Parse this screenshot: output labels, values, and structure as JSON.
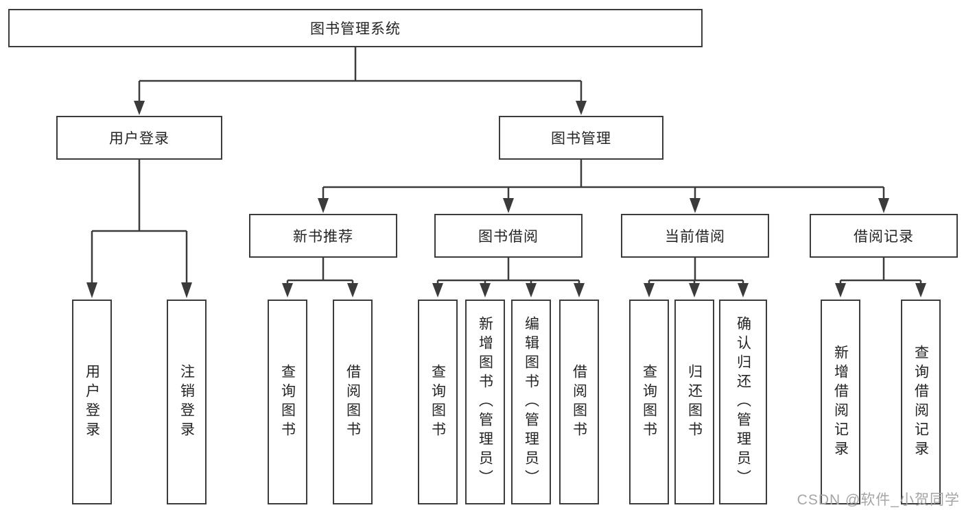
{
  "diagram": {
    "root": {
      "label": "图书管理系统"
    },
    "branches": [
      {
        "label": "用户登录",
        "children": [
          {
            "label": "用户登录"
          },
          {
            "label": "注销登录"
          }
        ]
      },
      {
        "label": "图书管理",
        "children": [
          {
            "label": "新书推荐",
            "children": [
              {
                "label": "查询图书"
              },
              {
                "label": "借阅图书"
              }
            ]
          },
          {
            "label": "图书借阅",
            "children": [
              {
                "label": "查询图书"
              },
              {
                "label": "新增图书（管理员）"
              },
              {
                "label": "编辑图书（管理员）"
              },
              {
                "label": "借阅图书"
              }
            ]
          },
          {
            "label": "当前借阅",
            "children": [
              {
                "label": "查询图书"
              },
              {
                "label": "归还图书"
              },
              {
                "label": "确认归还（管理员）"
              }
            ]
          },
          {
            "label": "借阅记录",
            "children": [
              {
                "label": "新增借阅记录"
              },
              {
                "label": "查询借阅记录"
              }
            ]
          }
        ]
      }
    ]
  },
  "watermark": {
    "text": "CSDN @软件_小贺同学"
  },
  "colors": {
    "line": "#3b3b3b",
    "box_border": "#3b3b3b",
    "box_fill": "#ffffff",
    "text": "#242424",
    "watermark": "#a5a5a5",
    "background": "#ffffff"
  }
}
